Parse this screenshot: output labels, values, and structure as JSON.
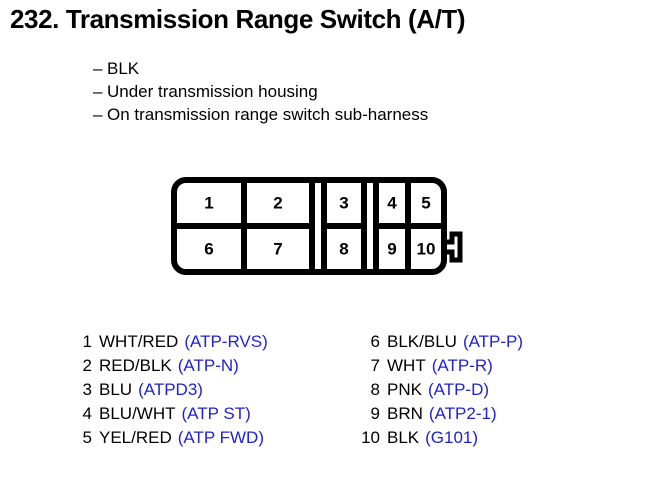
{
  "title": "232.  Transmission Range Switch (A/T)",
  "subtitle_items": [
    {
      "dash": "–",
      "text": "BLK"
    },
    {
      "dash": "–",
      "text": "Under transmission housing"
    },
    {
      "dash": "–",
      "text": "On transmission range switch sub-harness"
    }
  ],
  "connector": {
    "top_row": [
      "1",
      "2",
      "3",
      "4",
      "5"
    ],
    "bottom_row": [
      "6",
      "7",
      "8",
      "9",
      "10"
    ],
    "outline_color": "#000000",
    "fill_color": "#ffffff"
  },
  "legend": {
    "left": [
      {
        "pin": "1",
        "wire": "WHT/RED",
        "circuit": "(ATP-RVS)"
      },
      {
        "pin": "2",
        "wire": "RED/BLK",
        "circuit": "(ATP-N)"
      },
      {
        "pin": "3",
        "wire": "BLU",
        "circuit": "(ATPD3)"
      },
      {
        "pin": "4",
        "wire": "BLU/WHT",
        "circuit": "(ATP ST)"
      },
      {
        "pin": "5",
        "wire": "YEL/RED",
        "circuit": "(ATP FWD)"
      }
    ],
    "right": [
      {
        "pin": "6",
        "wire": "BLK/BLU",
        "circuit": "(ATP-P)"
      },
      {
        "pin": "7",
        "wire": "WHT",
        "circuit": "(ATP-R)"
      },
      {
        "pin": "8",
        "wire": "PNK",
        "circuit": "(ATP-D)"
      },
      {
        "pin": "9",
        "wire": "BRN",
        "circuit": "(ATP2-1)"
      },
      {
        "pin": "10",
        "wire": "BLK",
        "circuit": "(G101)"
      }
    ]
  },
  "colors": {
    "circuit_blue": "#2222cc",
    "text_black": "#000000",
    "background": "#ffffff"
  }
}
